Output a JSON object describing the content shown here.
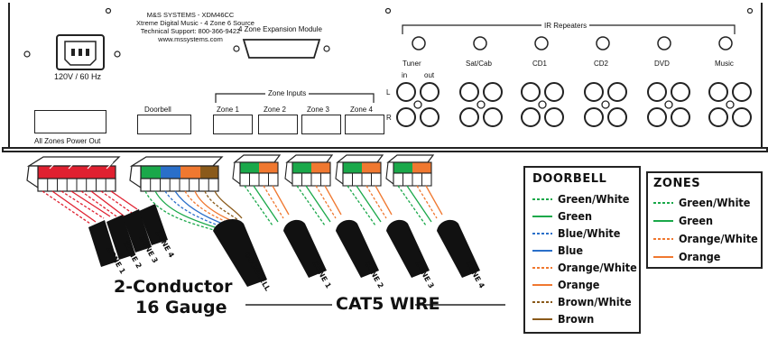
{
  "panel": {
    "company": "M&S SYSTEMS - XDM46CC",
    "product": "Xtreme Digital Music - 4 Zone 6 Source",
    "support": "Technical Support: 800-366-9422",
    "website": "www.mssystems.com",
    "voltage": "120V / 60 Hz",
    "expansion_label": "4 Zone Expansion Module",
    "ir_label": "IR Repeaters",
    "zone_inputs_label": "Zone Inputs",
    "doorbell_label": "Doorbell",
    "zones_power_label": "All Zones Power Out",
    "zone_inputs": [
      "Zone 1",
      "Zone 2",
      "Zone 3",
      "Zone 4"
    ],
    "sources": [
      "Tuner",
      "Sat/Cab",
      "CD1",
      "CD2",
      "DVD",
      "Music"
    ],
    "in_label": "in",
    "out_label": "out",
    "l_label": "L",
    "r_label": "R"
  },
  "wiring": {
    "left_zones": [
      "ZONE 1",
      "ZONE 2",
      "ZONE 3",
      "ZONE 4"
    ],
    "doorbell_plug": "DOORBELL",
    "right_zones": [
      "ZONE 1",
      "ZONE 2",
      "ZONE 3",
      "ZONE 4"
    ],
    "conductor_line1": "2-Conductor",
    "conductor_line2": "16 Gauge",
    "cat5_label": "CAT5 WIRE"
  },
  "doorbell_legend": {
    "title": "DOORBELL",
    "items": [
      {
        "label": "Green/White",
        "color": "#1aa84a",
        "style": "dashed"
      },
      {
        "label": "Green",
        "color": "#1aa84a",
        "style": "solid"
      },
      {
        "label": "Blue/White",
        "color": "#2a6fc9",
        "style": "dashed"
      },
      {
        "label": "Blue",
        "color": "#2a6fc9",
        "style": "solid"
      },
      {
        "label": "Orange/White",
        "color": "#f07830",
        "style": "dashed"
      },
      {
        "label": "Orange",
        "color": "#f07830",
        "style": "solid"
      },
      {
        "label": "Brown/White",
        "color": "#8a5a1a",
        "style": "dashed"
      },
      {
        "label": "Brown",
        "color": "#8a5a1a",
        "style": "solid"
      }
    ]
  },
  "zones_legend": {
    "title": "ZONES",
    "items": [
      {
        "label": "Green/White",
        "color": "#1aa84a",
        "style": "dashed"
      },
      {
        "label": "Green",
        "color": "#1aa84a",
        "style": "solid"
      },
      {
        "label": "Orange/White",
        "color": "#f07830",
        "style": "dashed"
      },
      {
        "label": "Orange",
        "color": "#f07830",
        "style": "solid"
      }
    ]
  }
}
